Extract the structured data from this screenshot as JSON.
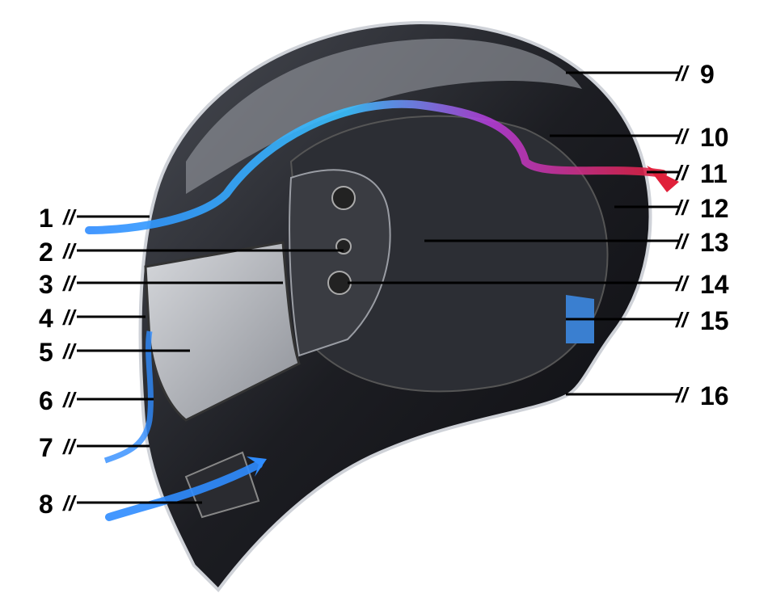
{
  "title": "Helmet cutaway diagram",
  "separator": "//",
  "colors": {
    "shell": "#1c1d22",
    "shell_light": "#6b6e76",
    "visor": "#b9bcc2",
    "airflow_blue": "#2f8cff",
    "airflow_red": "#e0203a",
    "pad_blue": "#3a7fd0"
  },
  "left_labels": [
    {
      "number": "1"
    },
    {
      "number": "2"
    },
    {
      "number": "3"
    },
    {
      "number": "4"
    },
    {
      "number": "5"
    },
    {
      "number": "6"
    },
    {
      "number": "7"
    },
    {
      "number": "8"
    }
  ],
  "right_labels": [
    {
      "number": "9"
    },
    {
      "number": "10"
    },
    {
      "number": "11"
    },
    {
      "number": "12"
    },
    {
      "number": "13"
    },
    {
      "number": "14"
    },
    {
      "number": "15"
    },
    {
      "number": "16"
    }
  ]
}
